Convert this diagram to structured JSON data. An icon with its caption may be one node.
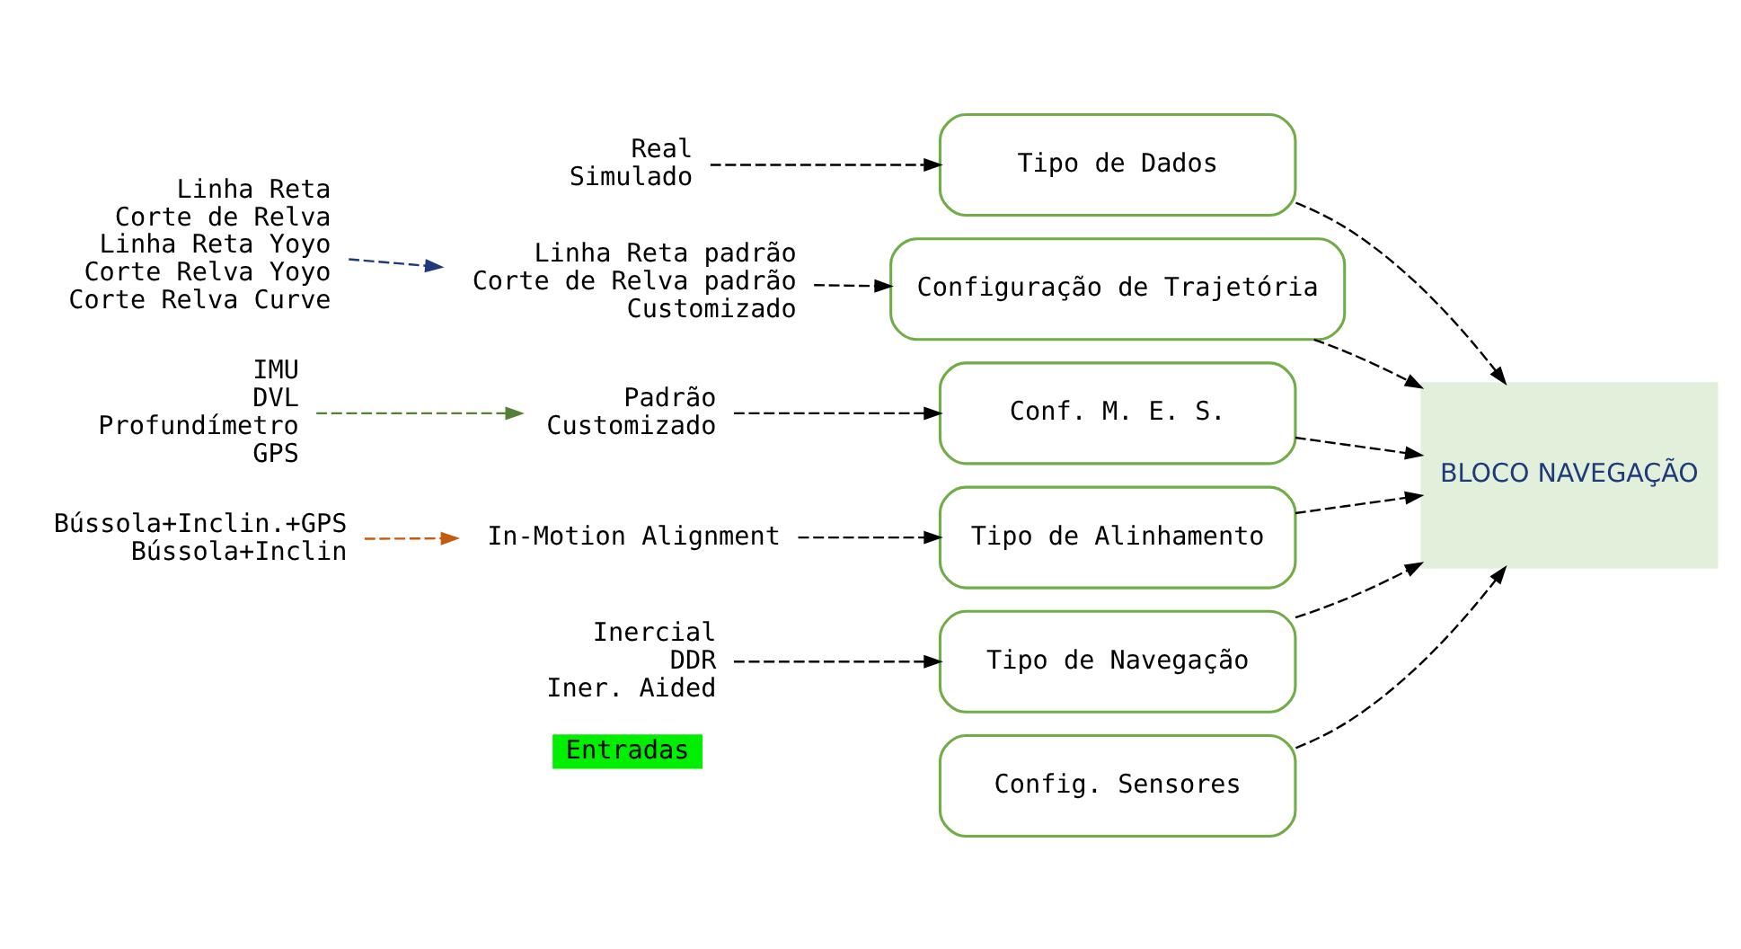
{
  "diagram": {
    "nodes": [
      {
        "text": [
          "Entradas"
        ]
      },
      {
        "text": [
          "Real",
          "Simulado"
        ]
      },
      {
        "text": [
          "Tipo de Dados"
        ]
      },
      {
        "text": [
          "Linha Reta padrão",
          "Corte de Relva padrão",
          "Customizado"
        ]
      },
      {
        "text": [
          "Configuração de Trajetória"
        ]
      },
      {
        "text": [
          "Padrão",
          "Customizado"
        ]
      },
      {
        "text": [
          "Conf. M. E. S."
        ]
      },
      {
        "text": [
          "In-Motion Alignment"
        ]
      },
      {
        "text": [
          "Tipo de Alinhamento"
        ]
      },
      {
        "text": [
          "Inercial",
          "DDR",
          "Iner. Aided"
        ]
      },
      {
        "text": [
          "Tipo de Navegação"
        ]
      },
      {
        "text": [
          "Config. Sensores"
        ]
      },
      {
        "text": [
          "BLOCO NAVEGAÇÃO"
        ]
      },
      {
        "text": [
          "Linha Reta",
          "Corte de Relva",
          "Linha Reta Yoyo",
          "Corte Relva Yoyo",
          "Corte Relva Curve"
        ]
      },
      {
        "text": [
          "IMU",
          "DVL",
          "Profundímetro",
          "GPS"
        ]
      },
      {
        "text": [
          "Bússola+Inclin.+GPS",
          "Bússola+Inclin"
        ]
      }
    ],
    "edges": [
      {
        "from": 1,
        "to": 2,
        "arrow": "to",
        "style": "dashed"
      },
      {
        "from": 3,
        "to": 4,
        "arrow": "to",
        "style": "dashed"
      },
      {
        "from": 5,
        "to": 6,
        "arrow": "to",
        "style": "dashed"
      },
      {
        "from": 7,
        "to": 8,
        "arrow": "to",
        "style": "dashed"
      },
      {
        "from": 9,
        "to": 10,
        "arrow": "to",
        "style": "dashed"
      },
      {
        "from": 13,
        "to": 3,
        "arrow": "to",
        "style": "dashed",
        "color": "#1f3a7a"
      },
      {
        "from": 14,
        "to": 5,
        "arrow": "to",
        "style": "dashed",
        "color": "#538135"
      },
      {
        "from": 15,
        "to": 7,
        "arrow": "to",
        "style": "dashed",
        "color": "#c55a11"
      },
      {
        "from": 2,
        "to": 12,
        "arrow": "to",
        "style": "dashed"
      },
      {
        "from": 4,
        "to": 12,
        "arrow": "to",
        "style": "dashed"
      },
      {
        "from": 6,
        "to": 12,
        "arrow": "to",
        "style": "dashed"
      },
      {
        "from": 8,
        "to": 12,
        "arrow": "to",
        "style": "dashed"
      },
      {
        "from": 10,
        "to": 12,
        "arrow": "to",
        "style": "dashed"
      },
      {
        "from": 11,
        "to": 12,
        "arrow": "to",
        "style": "dashed"
      }
    ]
  }
}
